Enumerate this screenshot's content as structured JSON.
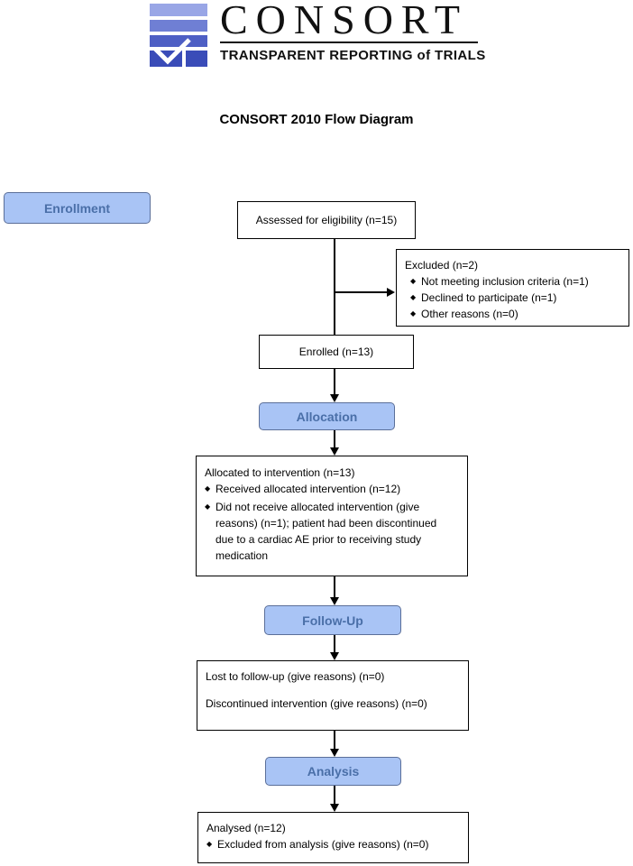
{
  "logo": {
    "wordmark": "CONSORT",
    "tagline": "TRANSPARENT REPORTING of TRIALS",
    "colors": {
      "light": "#99a6e6",
      "dark": "#4e5fc4"
    }
  },
  "title": "CONSORT 2010 Flow Diagram",
  "stages": {
    "enrollment": "Enrollment",
    "allocation": "Allocation",
    "follow_up": "Follow-Up",
    "analysis": "Analysis"
  },
  "boxes": {
    "assessed": "Assessed for eligibility (n=15)",
    "excluded": {
      "heading": "Excluded (n=2)",
      "items": [
        "Not meeting inclusion criteria (n=1)",
        "Declined to participate (n=1)",
        "Other reasons (n=0)"
      ]
    },
    "enrolled": "Enrolled (n=13)",
    "allocated": {
      "heading": "Allocated to intervention (n=13)",
      "items": [
        "Received allocated intervention (n=12)",
        "Did not receive allocated intervention (give reasons) (n=1); patient had been discontinued due to a cardiac AE prior to receiving study medication"
      ]
    },
    "follow_up": {
      "lost": "Lost to follow-up (give reasons) (n=0)",
      "discontinued": "Discontinued intervention (give reasons) (n=0)"
    },
    "analysed": {
      "heading": "Analysed (n=12)",
      "items": [
        "Excluded from analysis (give reasons) (n=0)"
      ]
    }
  },
  "bullet_glyph": "◆"
}
